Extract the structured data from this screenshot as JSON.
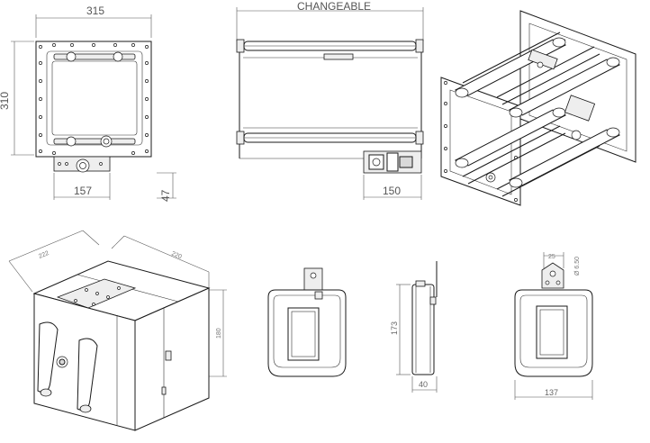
{
  "drawing": {
    "frame_front": {
      "width_label": "315",
      "height_label": "310",
      "base_width_label": "157",
      "base_height_label": "47"
    },
    "frame_top": {
      "changeable_label": "CHANGEABLE",
      "bracket_label": "150"
    },
    "iso_box": {
      "depth_label": "222",
      "width_label": "220",
      "height_label": "180"
    },
    "enclosure_side": {
      "height_label": "173",
      "depth_label": "40"
    },
    "enclosure_back": {
      "width_label": "137",
      "hole_spacing_label": "25",
      "hole_dia_label": "Ø 6.50"
    }
  }
}
